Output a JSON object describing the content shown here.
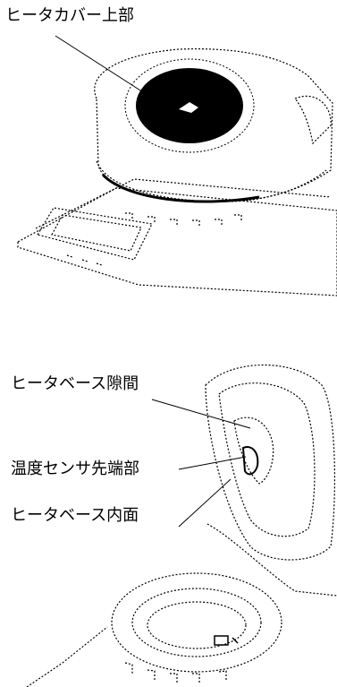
{
  "labels": {
    "heater_cover_top": "ヒータカバー上部",
    "heater_base_gap": "ヒータベース隙間",
    "temp_sensor_tip": "温度センサ先端部",
    "heater_base_inner": "ヒータベース内面"
  },
  "colors": {
    "line": "#000000",
    "background": "#ffffff"
  }
}
